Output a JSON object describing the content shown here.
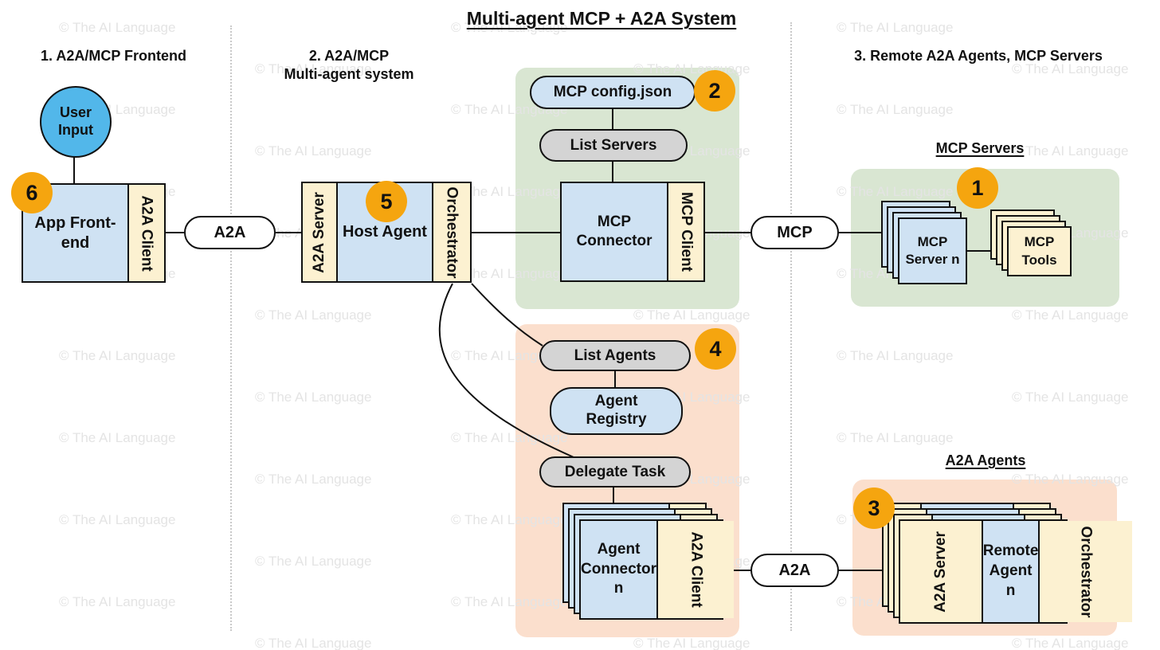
{
  "title": "Multi-agent MCP + A2A System",
  "watermark": "© The AI Language",
  "sections": {
    "frontend": {
      "heading": "1. A2A/MCP Frontend"
    },
    "multiagent": {
      "heading": "2. A2A/MCP\nMulti-agent system"
    },
    "remote": {
      "heading": "3. Remote A2A Agents, MCP Servers"
    },
    "mcp_servers": {
      "heading": "MCP Servers"
    },
    "a2a_agents": {
      "heading": "A2A Agents"
    }
  },
  "badges": {
    "n1": "1",
    "n2": "2",
    "n3": "3",
    "n4": "4",
    "n5": "5",
    "n6": "6"
  },
  "nodes": {
    "user_input": "User\nInput",
    "app_frontend": "App Front-\nend",
    "a2a_client": "A2A Client",
    "a2a_pill": "A2A",
    "a2a_server": "A2A Server",
    "host_agent": "Host Agent",
    "orchestrator": "Orchestrator",
    "mcp_config": "MCP config.json",
    "list_servers": "List Servers",
    "mcp_connector": "MCP\nConnector",
    "mcp_client": "MCP Client",
    "mcp_pill": "MCP",
    "mcp_server_n": "MCP\nServer n",
    "mcp_tools": "MCP\nTools",
    "list_agents": "List Agents",
    "agent_registry": "Agent\nRegistry",
    "delegate_task": "Delegate Task",
    "agent_connector_n": "Agent\nConnector n",
    "remote_agent_n": "Remote\nAgent n"
  },
  "colors": {
    "blue": "#cfe2f3",
    "cream": "#fcf1d1",
    "green": "#d9e6d2",
    "peach": "#fbdfcd",
    "orange": "#f5a50f",
    "userblue": "#52b7ea",
    "gray": "#d4d4d4",
    "ink": "#111111",
    "watermark": "#e4e4e4"
  }
}
